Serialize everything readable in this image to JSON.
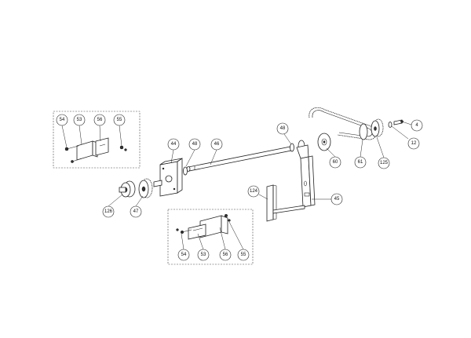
{
  "diagram": {
    "callouts": [
      {
        "id": "c-54-top",
        "label": "54"
      },
      {
        "id": "c-53-top",
        "label": "53"
      },
      {
        "id": "c-56-top",
        "label": "56"
      },
      {
        "id": "c-55-top",
        "label": "55"
      },
      {
        "id": "c-44",
        "label": "44"
      },
      {
        "id": "c-48-left",
        "label": "48"
      },
      {
        "id": "c-46",
        "label": "46"
      },
      {
        "id": "c-48-right",
        "label": "48"
      },
      {
        "id": "c-60",
        "label": "60"
      },
      {
        "id": "c-61",
        "label": "61"
      },
      {
        "id": "c-125",
        "label": "125"
      },
      {
        "id": "c-12",
        "label": "12"
      },
      {
        "id": "c-4",
        "label": "4"
      },
      {
        "id": "c-45",
        "label": "45"
      },
      {
        "id": "c-124",
        "label": "124"
      },
      {
        "id": "c-126",
        "label": "126"
      },
      {
        "id": "c-47",
        "label": "47"
      },
      {
        "id": "c-54-bot",
        "label": "54"
      },
      {
        "id": "c-53-bot",
        "label": "53"
      },
      {
        "id": "c-56-bot",
        "label": "56"
      },
      {
        "id": "c-55-bot",
        "label": "55"
      }
    ]
  }
}
